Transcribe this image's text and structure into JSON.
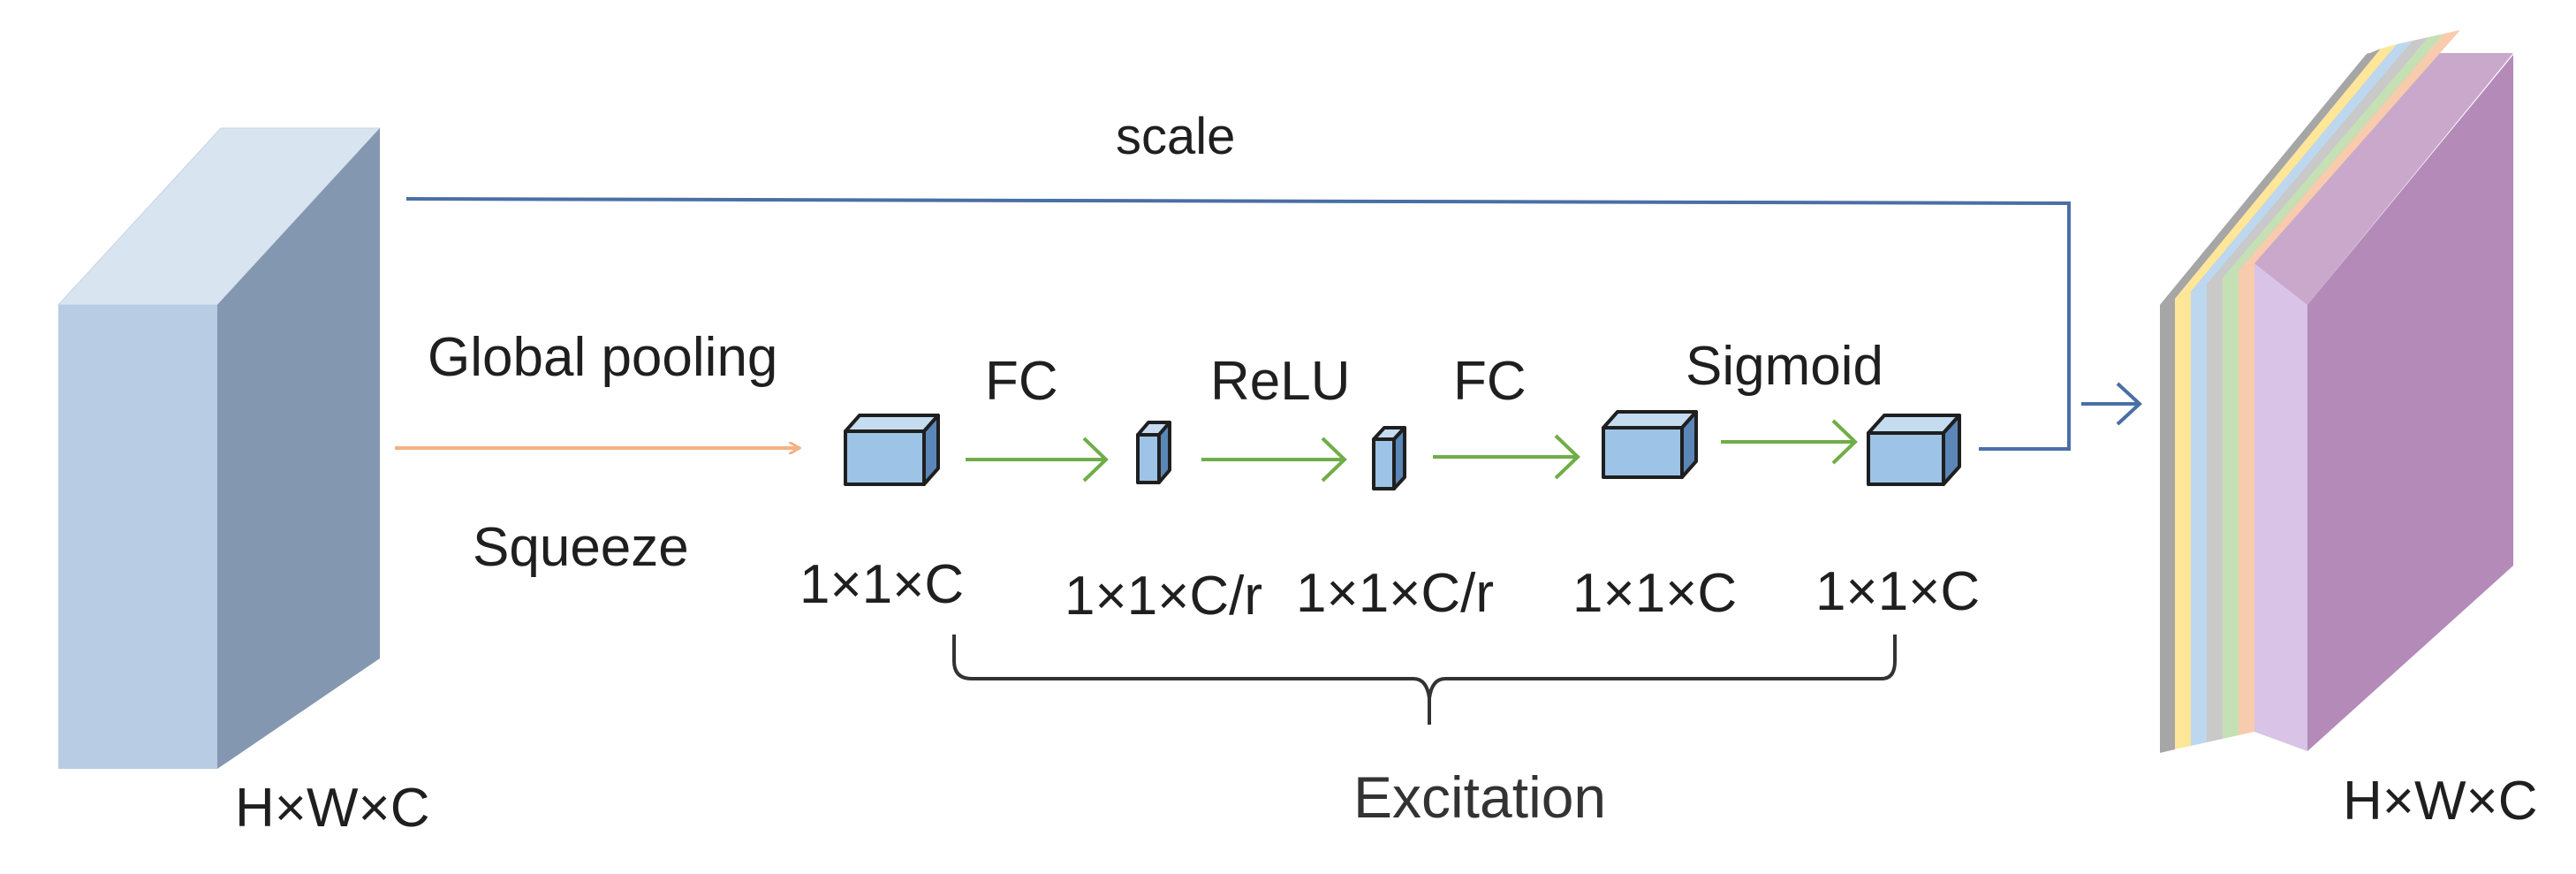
{
  "labels": {
    "scale": "scale",
    "global_pooling": "Global pooling",
    "squeeze": "Squeeze",
    "fc1": "FC",
    "relu": "ReLU",
    "fc2": "FC",
    "sigmoid": "Sigmoid",
    "dim_squeeze": "1×1×C",
    "dim_fc1": "1×1×C/r",
    "dim_relu": "1×1×C/r",
    "dim_fc2": "1×1×C",
    "dim_sigmoid": "1×1×C",
    "excitation": "Excitation",
    "input_dims": "H×W×C",
    "output_dims": "H×W×C"
  },
  "colors": {
    "input_front": "#b8cce4",
    "input_top": "#d9e4f1",
    "input_side": "#8497b0",
    "block_fill": "#9dc3e6",
    "block_top": "#c5dcf0",
    "block_side": "#5b87b8",
    "block_stroke": "#1f1f1f",
    "squeeze_arrow": "#f4b183",
    "excitation_arrow": "#70ad47",
    "scale_line": "#4a6fa5",
    "output_layers": [
      "#a6a6a6",
      "#ffe699",
      "#bdd7ee",
      "#c9c9c9",
      "#c5e0b4",
      "#f8cbad",
      "#d9c3e6",
      "#b4a7d6"
    ],
    "output_front": "#b48ab8",
    "output_top": "#c9a8cc"
  }
}
